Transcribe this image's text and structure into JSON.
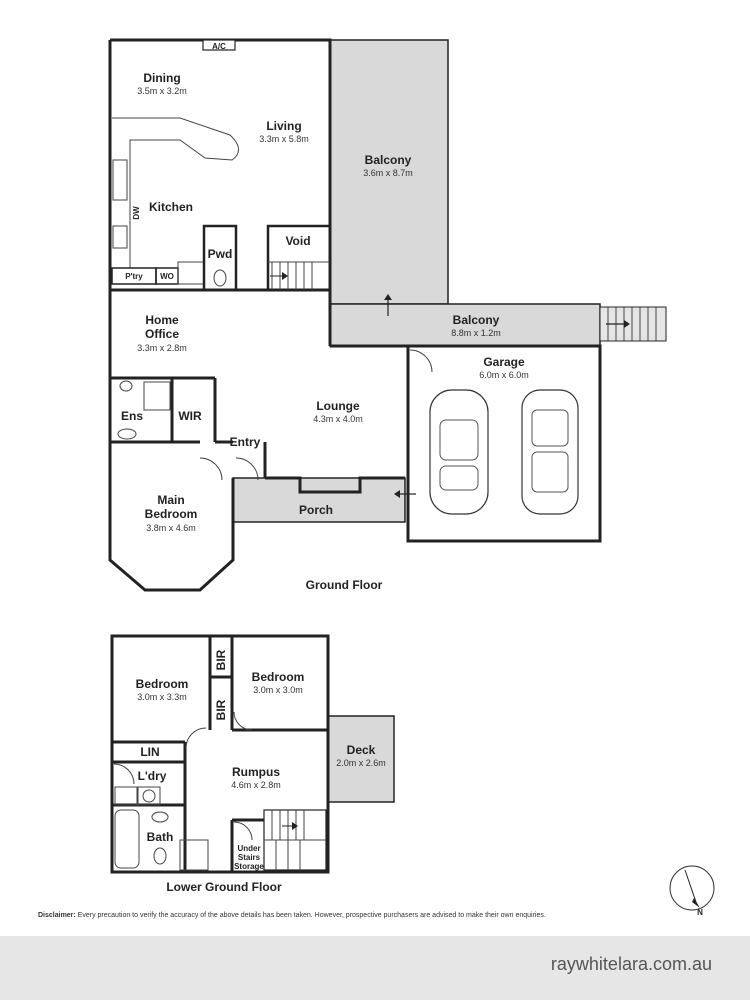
{
  "ground_floor": {
    "title": "Ground Floor",
    "rooms": {
      "dining": {
        "name": "Dining",
        "dim": "3.5m x 3.2m"
      },
      "living": {
        "name": "Living",
        "dim": "3.3m x 5.8m"
      },
      "kitchen": {
        "name": "Kitchen"
      },
      "balcony_upper": {
        "name": "Balcony",
        "dim": "3.6m x 8.7m"
      },
      "pwd": {
        "name": "Pwd"
      },
      "void": {
        "name": "Void"
      },
      "home_office": {
        "name": "Home Office",
        "name_line1": "Home",
        "name_line2": "Office",
        "dim": "3.3m x 2.8m"
      },
      "balcony_lower": {
        "name": "Balcony",
        "dim": "8.8m x 1.2m"
      },
      "garage": {
        "name": "Garage",
        "dim": "6.0m x 6.0m"
      },
      "lounge": {
        "name": "Lounge",
        "dim": "4.3m x 4.0m"
      },
      "ens": {
        "name": "Ens"
      },
      "wir": {
        "name": "WIR"
      },
      "entry": {
        "name": "Entry"
      },
      "main_bedroom": {
        "name": "Main Bedroom",
        "name_line1": "Main",
        "name_line2": "Bedroom",
        "dim": "3.8m x 4.6m"
      },
      "porch": {
        "name": "Porch"
      }
    },
    "fixtures": {
      "ac": "A/C",
      "dw": "DW",
      "pantry": "P'try",
      "wo": "WO"
    }
  },
  "lower_floor": {
    "title": "Lower Ground Floor",
    "rooms": {
      "bedroom1": {
        "name": "Bedroom",
        "dim": "3.0m x 3.3m"
      },
      "bedroom2": {
        "name": "Bedroom",
        "dim": "3.0m x 3.0m"
      },
      "bir1": {
        "name": "BIR"
      },
      "bir2": {
        "name": "BIR"
      },
      "lin": {
        "name": "LIN"
      },
      "laundry": {
        "name": "L'dry"
      },
      "rumpus": {
        "name": "Rumpus",
        "dim": "4.6m x 2.8m"
      },
      "deck": {
        "name": "Deck",
        "dim": "2.0m x 2.6m"
      },
      "bath": {
        "name": "Bath"
      },
      "under_stairs": {
        "name": "Under Stairs Storage",
        "line1": "Under",
        "line2": "Stairs",
        "line3": "Storage"
      }
    }
  },
  "compass": {
    "label": "N"
  },
  "disclaimer": {
    "label": "Disclaimer:",
    "text": "Every precaution to verify the accuracy of the above details has been taken. However, prospective purchasers are advised to make their own enquiries."
  },
  "footer": {
    "url": "raywhitelara.com.au"
  }
}
